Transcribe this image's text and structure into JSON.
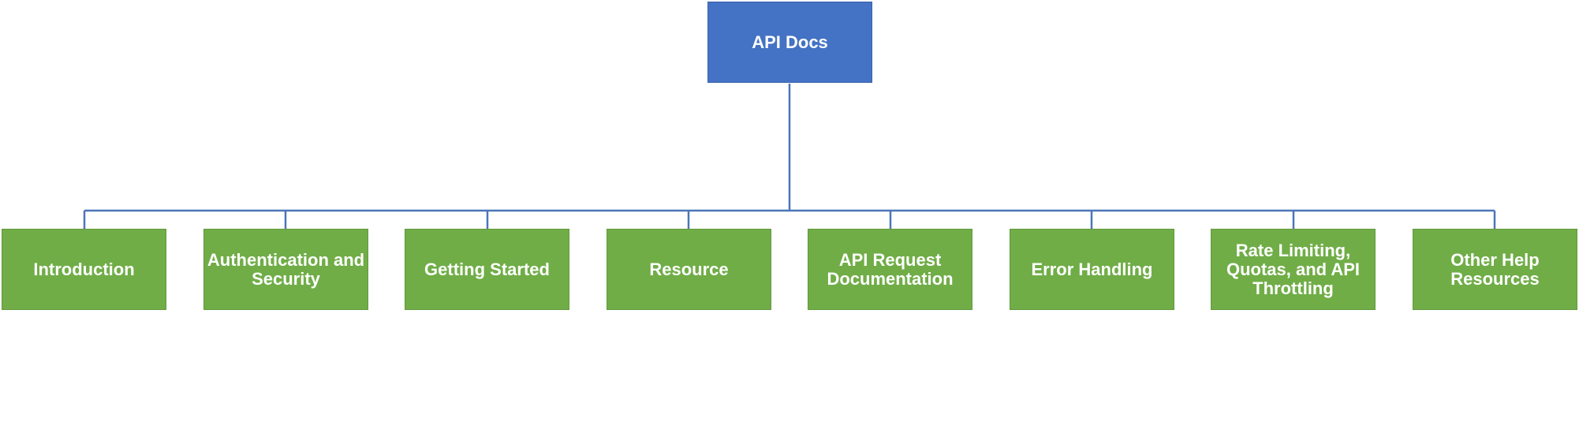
{
  "root": {
    "label": "API Docs"
  },
  "children": [
    {
      "label": "Introduction"
    },
    {
      "label": "Authentication and Security"
    },
    {
      "label": "Getting Started"
    },
    {
      "label": "Resource"
    },
    {
      "label": "API Request Documentation"
    },
    {
      "label": "Error Handling"
    },
    {
      "label": "Rate Limiting, Quotas, and API Throttling"
    },
    {
      "label": "Other Help Resources"
    }
  ],
  "colors": {
    "root_fill": "#4472c4",
    "child_fill": "#70ad47",
    "connector": "#4a76b8",
    "text": "#ffffff"
  }
}
